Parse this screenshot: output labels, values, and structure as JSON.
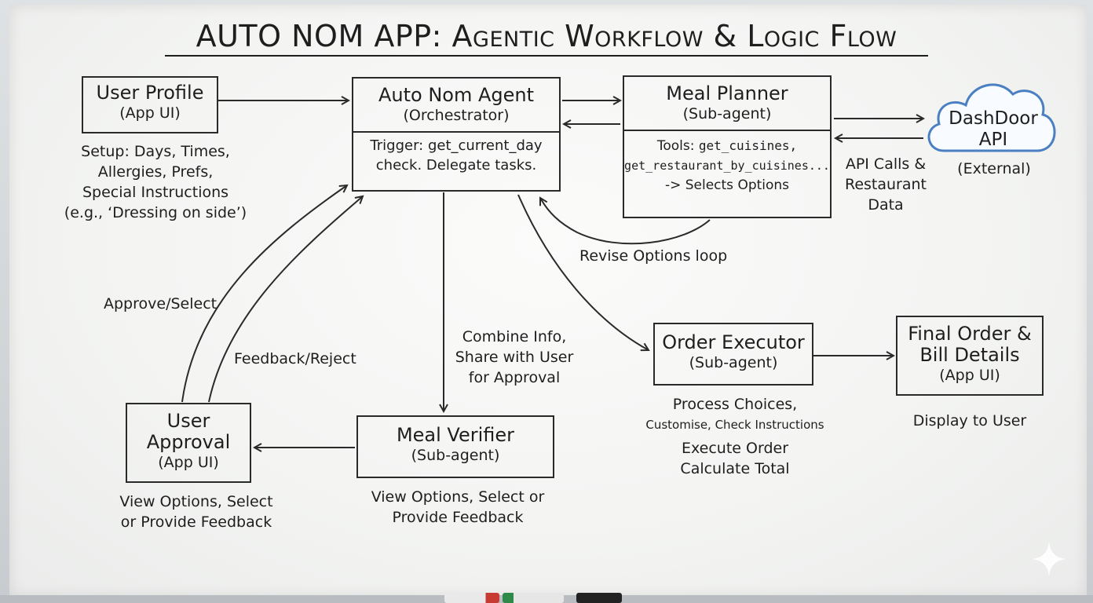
{
  "title": "AUTO NOM APP: Agentic Workflow & Logic Flow",
  "user_profile": {
    "name": "User Profile",
    "sub": "(App UI)",
    "notes": [
      "Setup: Days, Times,",
      "Allergies, Prefs,",
      "Special Instructions",
      "(e.g., ‘Dressing on side’)"
    ]
  },
  "agent": {
    "name": "Auto Nom Agent",
    "sub": "(Orchestrator)",
    "details": [
      "Trigger: get_current_day",
      "check. Delegate tasks."
    ]
  },
  "meal_planner": {
    "name": "Meal Planner",
    "sub": "(Sub-agent)",
    "tools_prefix": "Tools: ",
    "tools_line1": "get_cuisines,",
    "tools_line2": "get_restaurant_by_cuisines...",
    "selects": "-> Selects Options"
  },
  "dashdoor": {
    "name_line1": "DashDoor",
    "name_line2": "API",
    "sub": "(External)",
    "api_notes": [
      "API Calls &",
      "Restaurant",
      "Data"
    ]
  },
  "revise_label": "Revise Options loop",
  "approve_label": "Approve/Select",
  "feedback_label": "Feedback/Reject",
  "combine_notes": [
    "Combine Info,",
    "Share with User",
    "for Approval"
  ],
  "order_executor": {
    "name": "Order Executor",
    "sub": "(Sub-agent)",
    "notes_line1": "Process Choices,",
    "notes_line2": "Customise, Check Instructions",
    "notes_line3": "Execute Order",
    "notes_line4": "Calculate Total"
  },
  "final_order": {
    "name_line1": "Final Order &",
    "name_line2": "Bill Details",
    "sub": "(App UI)",
    "note": "Display to User"
  },
  "user_approval": {
    "name_line1": "User",
    "name_line2": "Approval",
    "sub": "(App UI)",
    "notes": [
      "View Options, Select",
      "or Provide Feedback"
    ]
  },
  "meal_verifier": {
    "name": "Meal Verifier",
    "sub": "(Sub-agent)",
    "notes": [
      "View Options, Select or",
      "Provide Feedback"
    ]
  },
  "colors": {
    "ink": "#1e1e1e",
    "cloud": "#4a7fc1"
  }
}
